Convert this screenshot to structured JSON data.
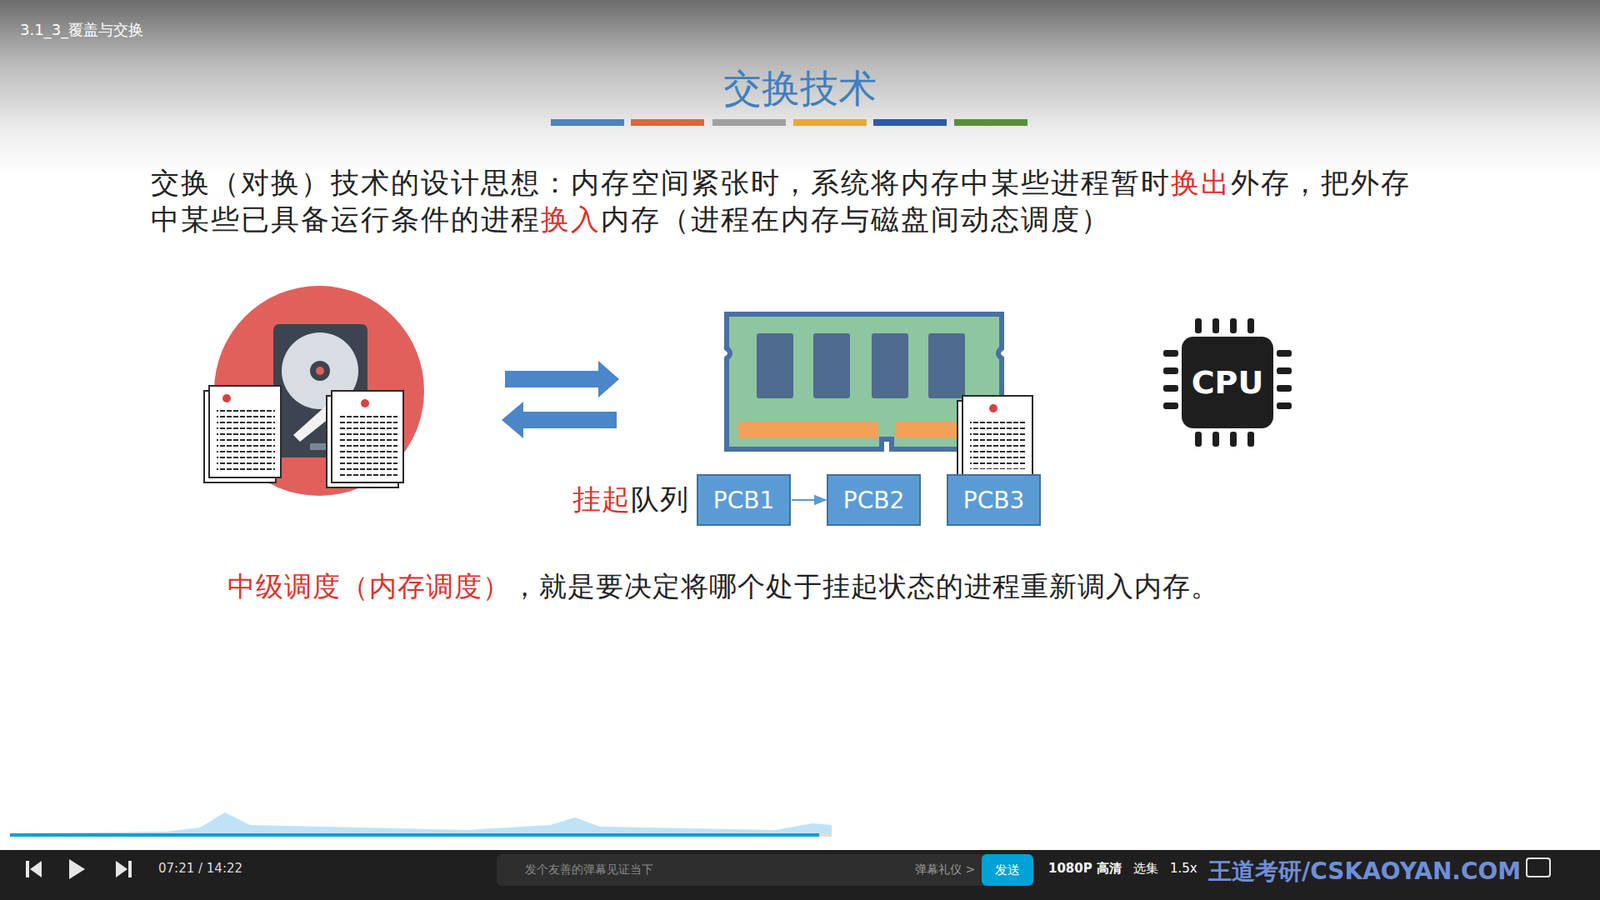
{
  "diagram": {
    "title": "交换技术",
    "nodes": [
      {
        "text": [
          "PCB1"
        ]
      },
      {
        "text": [
          "PCB2"
        ]
      },
      {
        "text": [
          "PCB3"
        ]
      }
    ],
    "edges": [
      {
        "from": 0,
        "to": 1,
        "arrow": "to"
      }
    ],
    "labels": [
      "3.1_3_覆盖与交换",
      "交换（对换）技术的设计思想：内存空间紧张时，系统将内存中某些进程暂时",
      "换出",
      "外存，把外存中某些已具备运行条件的进程",
      "换入",
      "内存（进程在内存与磁盘间动态调度）",
      "挂起",
      "队列",
      "CPU",
      "中级调度（内存调度）",
      "，就是要决定将哪个处于挂起状态的进程重新调入内存。",
      "07:21 / 14:22",
      "发个友善的弹幕见证当下",
      "弹幕礼仪 >",
      "发送",
      "1080P 高清",
      "选集",
      "1.5x",
      "王道考研/CSKAOYAN.COM"
    ]
  }
}
